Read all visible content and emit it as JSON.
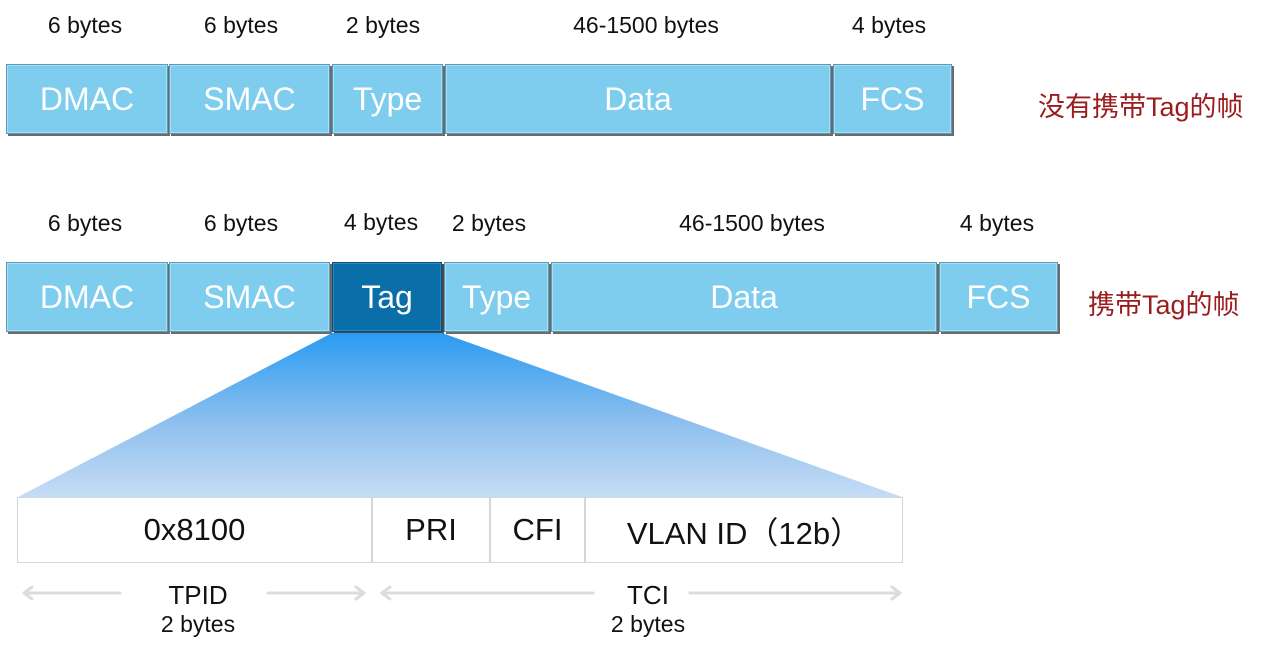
{
  "frame_untagged": {
    "caption": "没有携带Tag的帧",
    "fields": [
      {
        "label": "DMAC",
        "size": "6 bytes"
      },
      {
        "label": "SMAC",
        "size": "6 bytes"
      },
      {
        "label": "Type",
        "size": "2 bytes"
      },
      {
        "label": "Data",
        "size": "46-1500 bytes"
      },
      {
        "label": "FCS",
        "size": "4 bytes"
      }
    ]
  },
  "frame_tagged": {
    "caption": "携带Tag的帧",
    "fields": [
      {
        "label": "DMAC",
        "size": "6 bytes"
      },
      {
        "label": "SMAC",
        "size": "6 bytes"
      },
      {
        "label": "Tag",
        "size": "4 bytes"
      },
      {
        "label": "Type",
        "size": "2 bytes"
      },
      {
        "label": "Data",
        "size": "46-1500 bytes"
      },
      {
        "label": "FCS",
        "size": "4 bytes"
      }
    ]
  },
  "tag_detail": {
    "cells": [
      "0x8100",
      "PRI",
      "CFI",
      "VLAN ID（12b）"
    ],
    "groups": [
      {
        "name": "TPID",
        "size": "2 bytes"
      },
      {
        "name": "TCI",
        "size": "2 bytes"
      }
    ]
  },
  "colors": {
    "field_fill": "#7ecdee",
    "tag_fill": "#0a6ea8",
    "caption": "#9b1c1c",
    "expansion_top": "#2a9bf2",
    "expansion_bottom": "#c6dcf5"
  }
}
